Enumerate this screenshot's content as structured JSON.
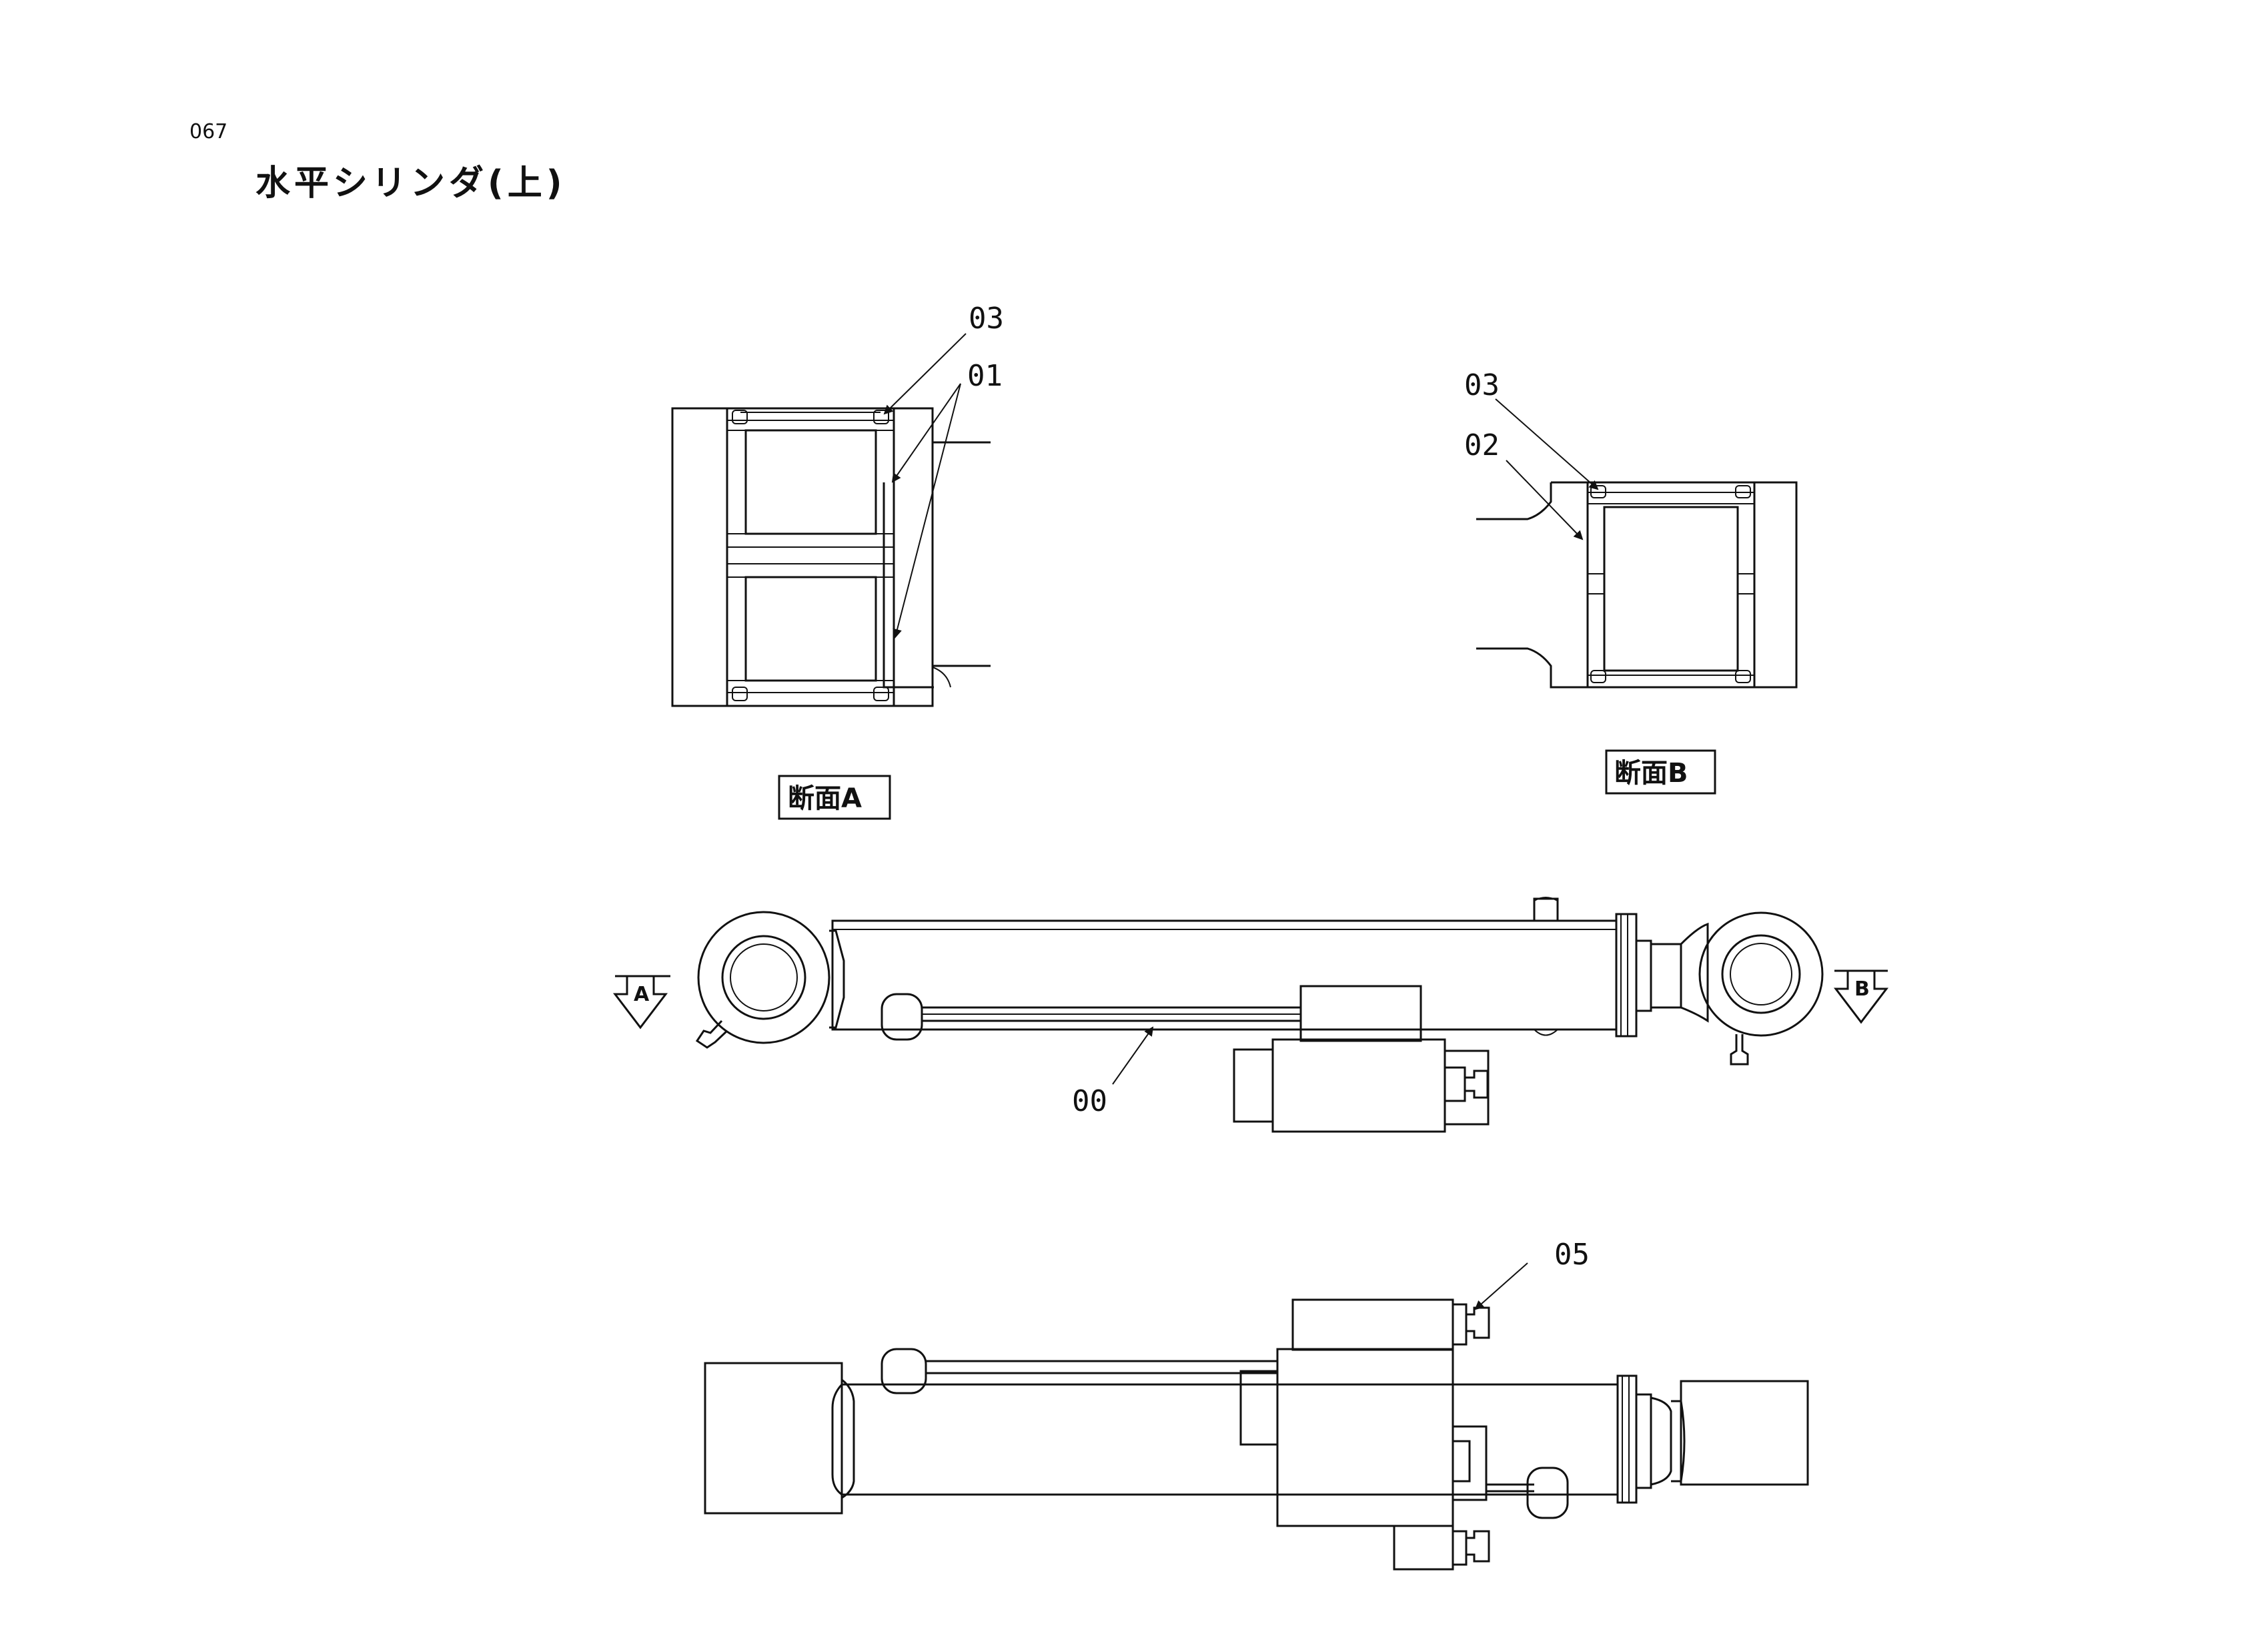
{
  "header": {
    "page_number": "067",
    "title": "水平シリンダ(上)"
  },
  "section_labels": {
    "a": "断面A",
    "b": "断面B"
  },
  "view_arrows": {
    "a": "A",
    "b": "B"
  },
  "callouts": {
    "a_03": "03",
    "a_01": "01",
    "b_03": "03",
    "b_02": "02",
    "main_00": "00",
    "lower_05": "05"
  }
}
